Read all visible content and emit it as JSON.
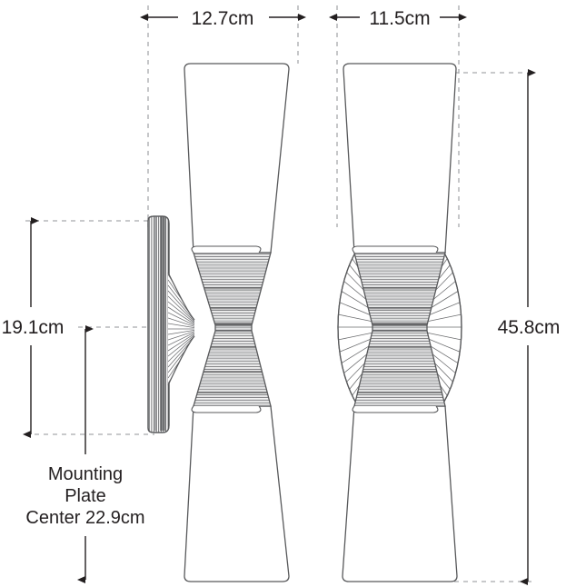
{
  "drawing": {
    "title": "Wall sconce dimension drawing",
    "line_color": "#58595b",
    "text_color": "#231f20",
    "dashed_color": "#a7a9ac",
    "background": "#ffffff",
    "views": [
      {
        "name": "side-view",
        "label": ""
      },
      {
        "name": "front-view",
        "label": ""
      }
    ]
  },
  "dimensions": {
    "width_side": {
      "value": "12.7cm",
      "orientation": "horizontal",
      "position": "top-left"
    },
    "width_front": {
      "value": "11.5cm",
      "orientation": "horizontal",
      "position": "top-right"
    },
    "height_mount": {
      "value": "19.1cm",
      "orientation": "vertical",
      "position": "left"
    },
    "height_overall": {
      "value": "45.8cm",
      "orientation": "vertical",
      "position": "right"
    }
  },
  "annotations": {
    "mounting_plate": {
      "line1": "Mounting",
      "line2": "Plate",
      "line3": "Center 22.9cm"
    }
  }
}
